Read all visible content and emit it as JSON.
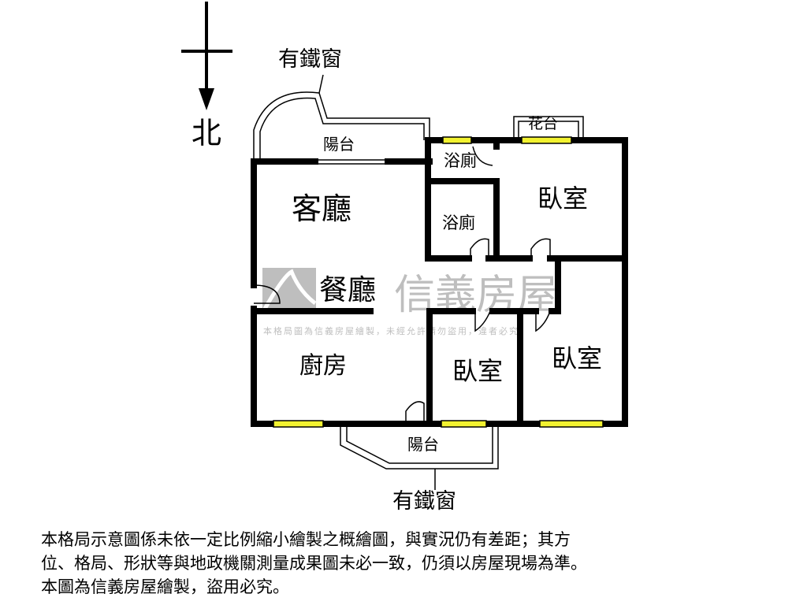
{
  "compass": {
    "direction_label": "北"
  },
  "rooms": {
    "balcony_top": "陽台",
    "iron_window_top": "有鐵窗",
    "living_room": "客廳",
    "dining_room": "餐廳",
    "bathroom_1": "浴廁",
    "bathroom_2": "浴廁",
    "planter": "花台",
    "bedroom_1": "臥室",
    "bedroom_2": "臥室",
    "bedroom_3": "臥室",
    "kitchen": "廚房",
    "balcony_bottom": "陽台",
    "iron_window_bottom": "有鐵窗"
  },
  "watermark": {
    "logo_text": "信義房屋",
    "notice": "本格局圖為信義房屋繪製，未經允許請勿盜用，違者必究"
  },
  "colors": {
    "wall": "#000000",
    "window": "#f2f230",
    "watermark": "#9a9a9a"
  },
  "disclaimer": [
    "本格局示意圖係未依一定比例縮小繪製之概繪圖，與實況仍有差距；其方",
    "位、格局、形狀等與地政機關測量成果圖未必一致，仍須以房屋現場為準。",
    "本圖為信義房屋繪製，盜用必究。"
  ]
}
